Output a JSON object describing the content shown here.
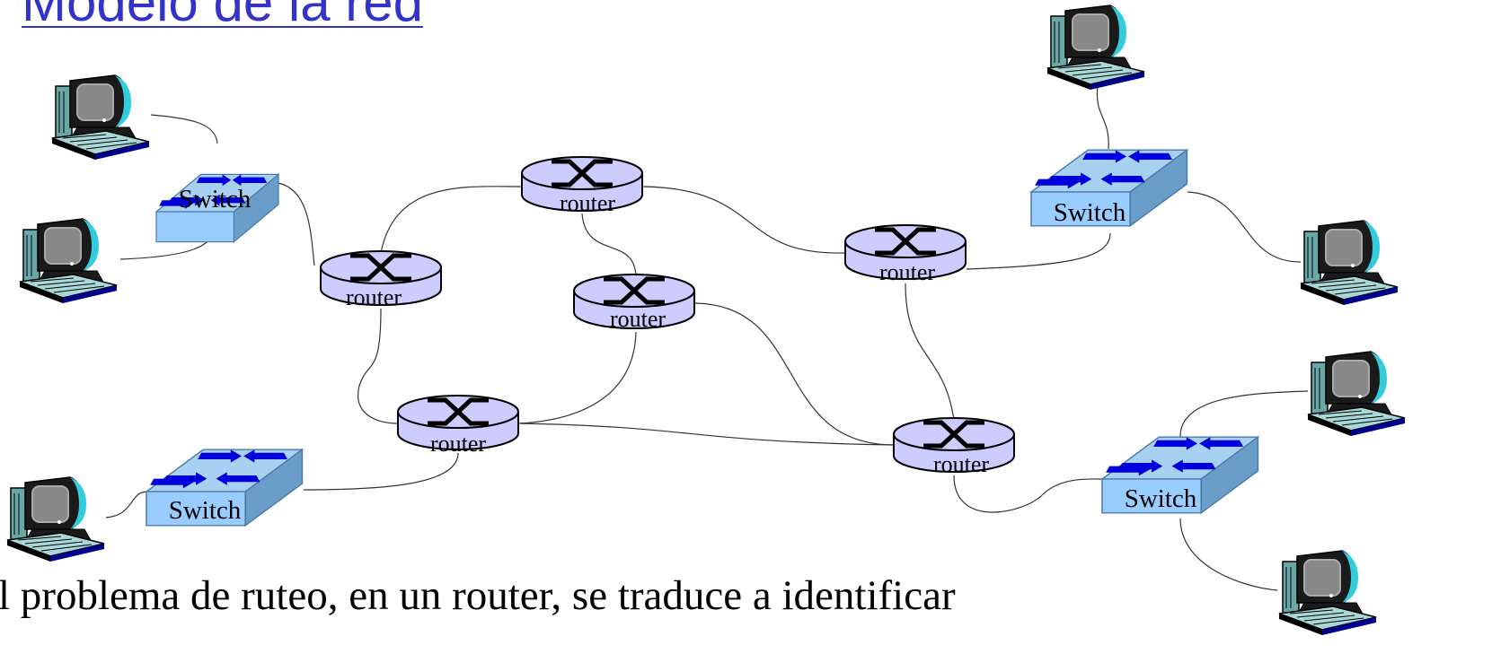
{
  "title": "Modelo de la red",
  "bottom_text": "l problema de ruteo, en un router, se traduce a identificar",
  "device_labels": {
    "router": "router",
    "switch": "Switch"
  },
  "colors": {
    "title": "#3333cc",
    "router_fill": "#ccccff",
    "switch_top": "#a8d0f0",
    "switch_front": "#99ccff",
    "switch_side": "#6a9ec8",
    "arrow": "#0000dd",
    "link": "#333333"
  },
  "icons": [
    "computer-icon",
    "switch-icon",
    "router-icon"
  ]
}
